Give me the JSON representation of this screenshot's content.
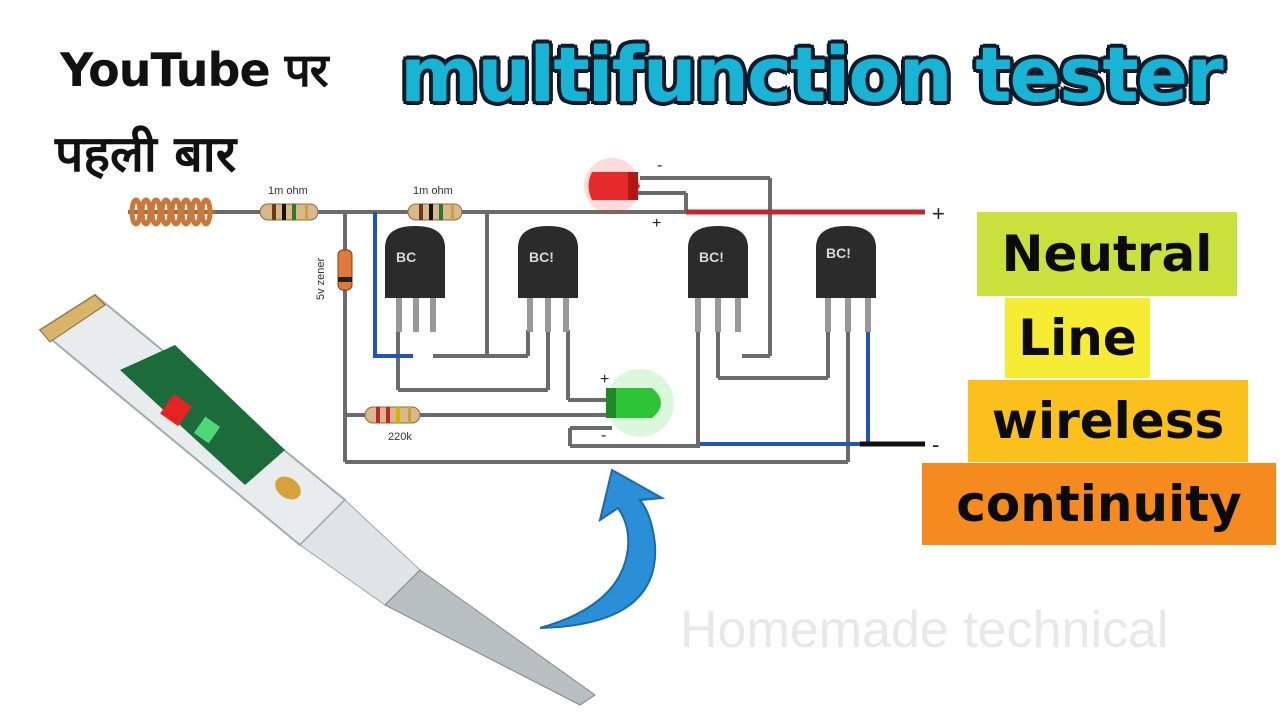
{
  "header": {
    "line1": "YouTube पर",
    "line2": "पहली बार",
    "title": "multifunction tester"
  },
  "labels": {
    "neutral": "Neutral",
    "line": "Line",
    "wireless": "wireless",
    "continuity": "continuity"
  },
  "circuit": {
    "r1_label": "1m ohm",
    "r2_label": "1m ohm",
    "zener_label": "5v zener",
    "r3_label": "220k",
    "transistors": [
      "BC",
      "BC!",
      "BC!",
      "BC!"
    ],
    "red_led_minus": "-",
    "red_led_plus": "+",
    "green_led_plus": "+",
    "green_led_minus": "-",
    "terminal_plus": "+",
    "terminal_minus": "-"
  },
  "watermark": "Homemade technical",
  "colors": {
    "title": "#17b4d6",
    "neutral_bg": "#c8e13c",
    "line_bg": "#f6ec34",
    "wireless_bg": "#fbc01b",
    "continuity_bg": "#f58a1e",
    "wire_red": "#c0272d",
    "wire_blue": "#2255bb",
    "arrow": "#2b8fd8"
  }
}
